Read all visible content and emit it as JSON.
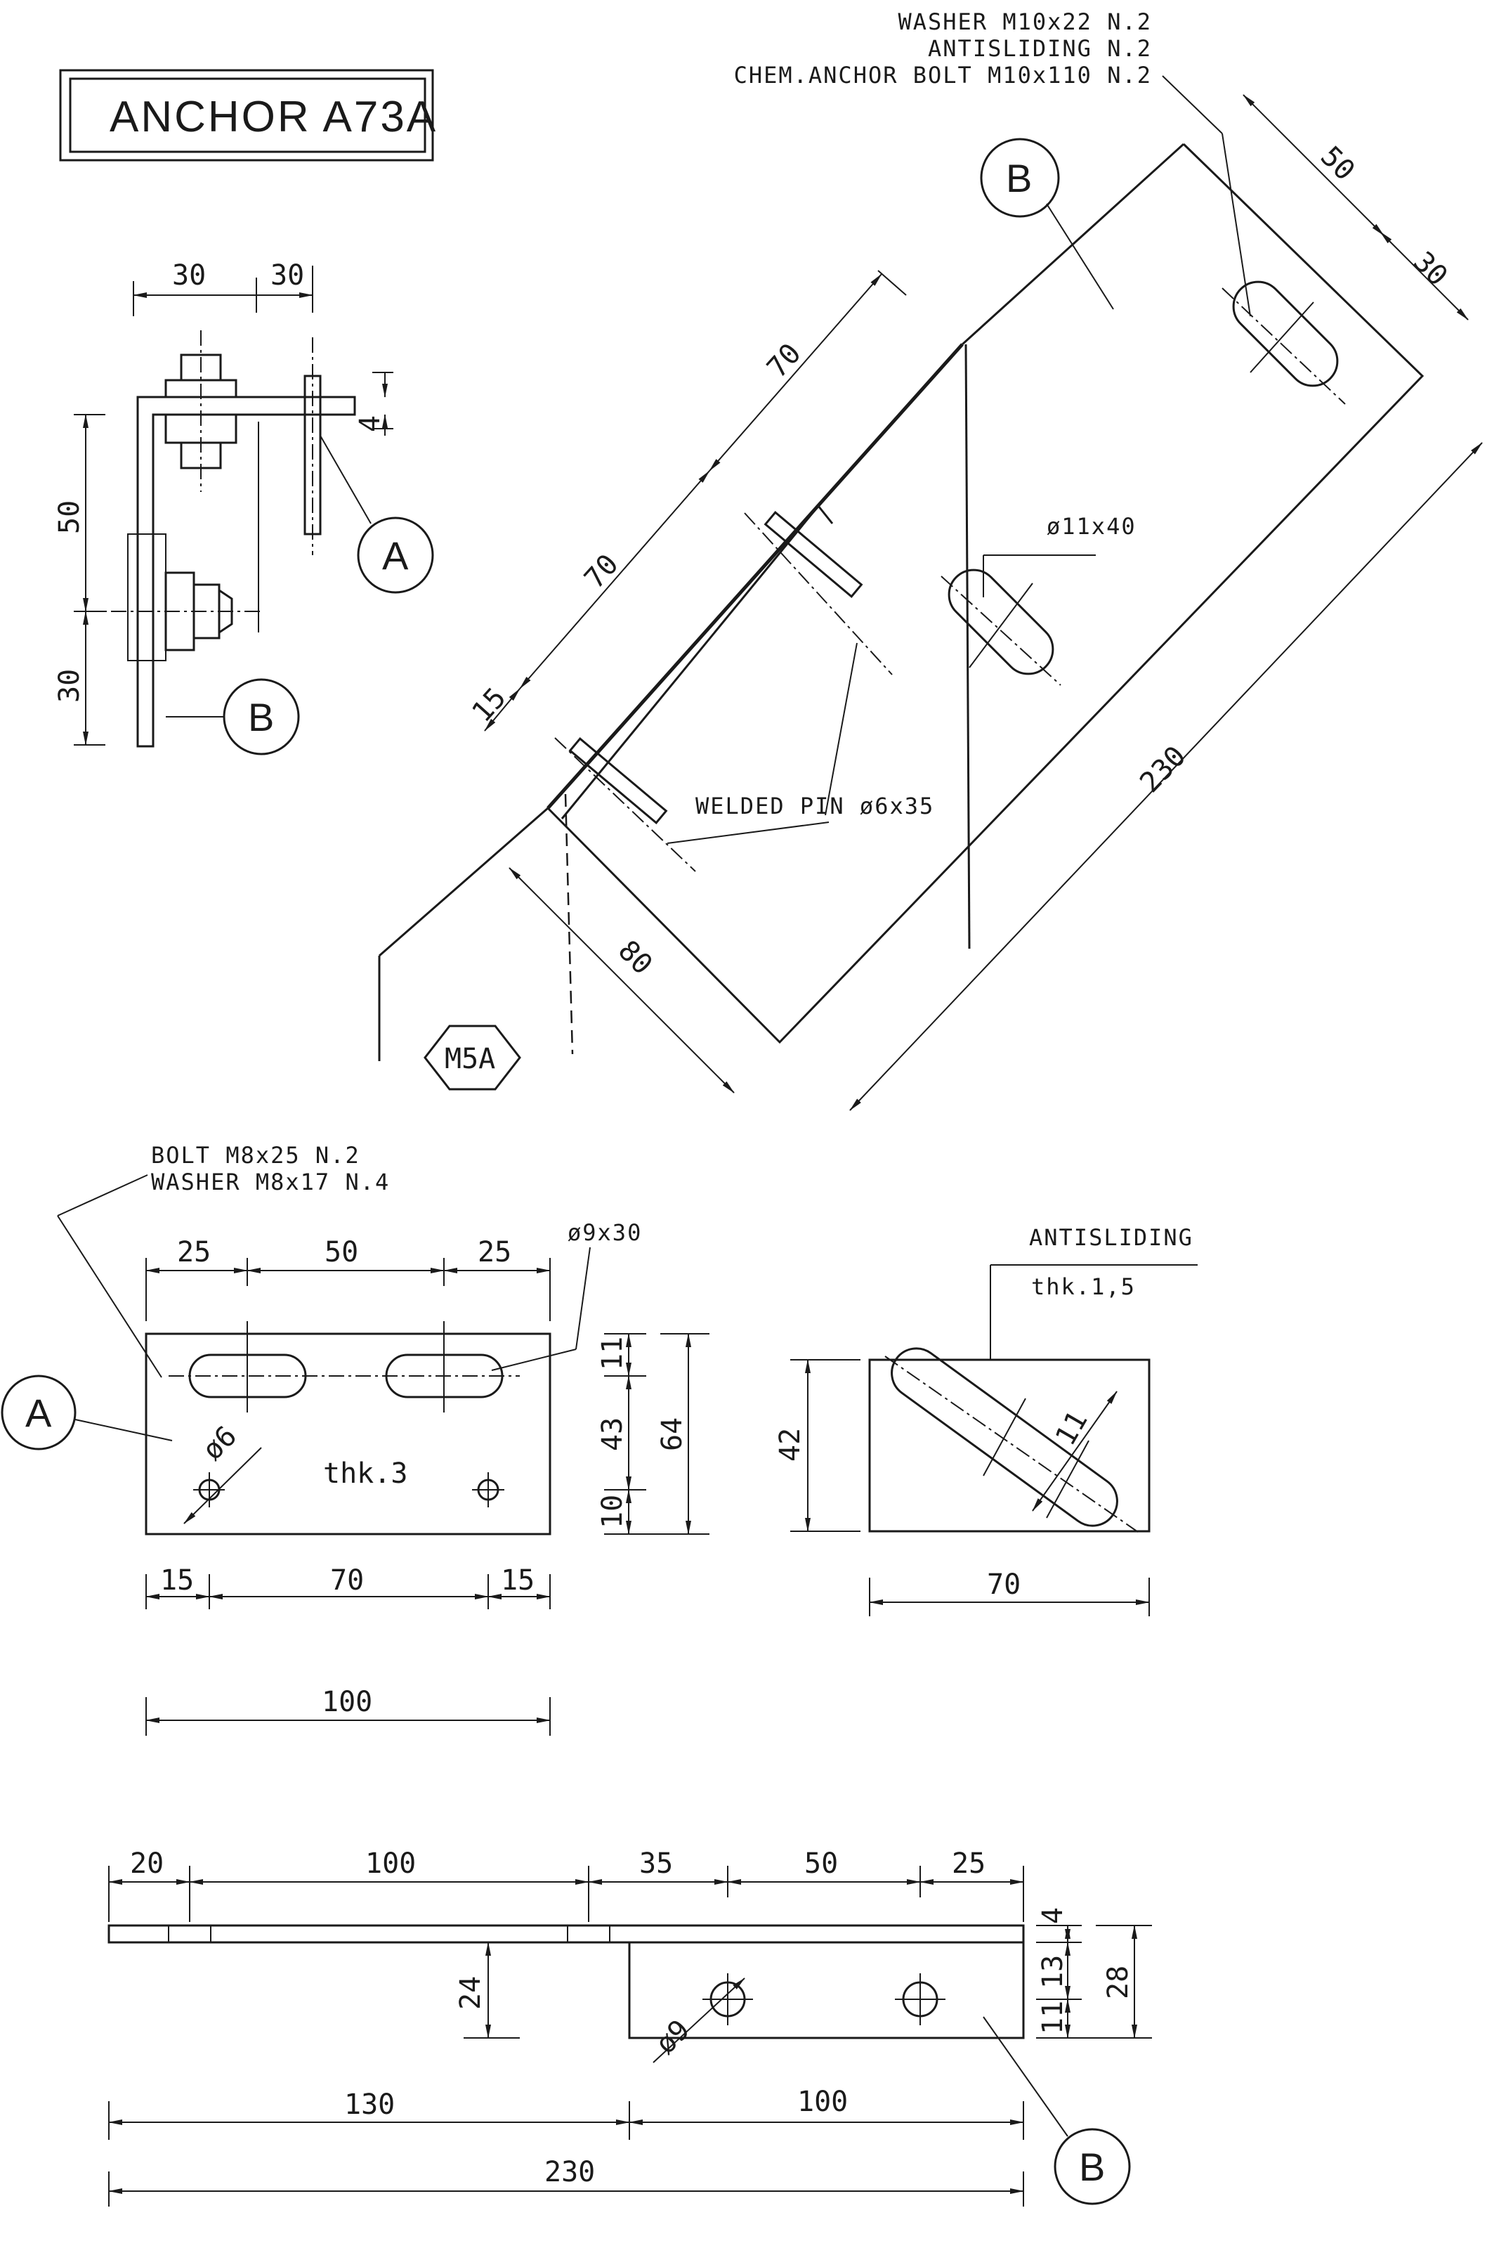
{
  "title": "ANCHOR A73A",
  "callouts": {
    "a": "A",
    "b": "B"
  },
  "code": "M5A",
  "labels": {
    "top_notes": [
      "WASHER M10x22 N.2",
      "ANTISLIDING N.2",
      "CHEM.ANCHOR BOLT M10x110 N.2"
    ],
    "slot_11x40": "ø11x40",
    "welded_pin": "WELDED PIN ø6x35",
    "bolt_notes": [
      "BOLT M8x25 N.2",
      "WASHER M8x17 N.4"
    ],
    "slot_9x30": "ø9x30",
    "antisliding": "ANTISLIDING",
    "thk_15": "thk.1,5",
    "thk_3": "thk.3",
    "hole_6": "ø6",
    "hole_9": "ø9"
  },
  "dims": {
    "side_30a": "30",
    "side_30b": "30",
    "side_4": "4",
    "side_50": "50",
    "side_30c": "30",
    "iso_50": "50",
    "iso_30": "30",
    "iso_70a": "70",
    "iso_70b": "70",
    "iso_15": "15",
    "iso_230": "230",
    "iso_80": "80",
    "a_25a": "25",
    "a_50": "50",
    "a_25b": "25",
    "a_11": "11",
    "a_43": "43",
    "a_10": "10",
    "a_64": "64",
    "a_15a": "15",
    "a_70": "70",
    "a_15b": "15",
    "a_100": "100",
    "as_42": "42",
    "as_11": "11",
    "as_70": "70",
    "b_20": "20",
    "b_100a": "100",
    "b_35": "35",
    "b_50": "50",
    "b_25": "25",
    "b_24": "24",
    "b_4": "4",
    "b_13": "13",
    "b_11": "11",
    "b_28": "28",
    "b_130": "130",
    "b_100b": "100",
    "b_230": "230"
  }
}
